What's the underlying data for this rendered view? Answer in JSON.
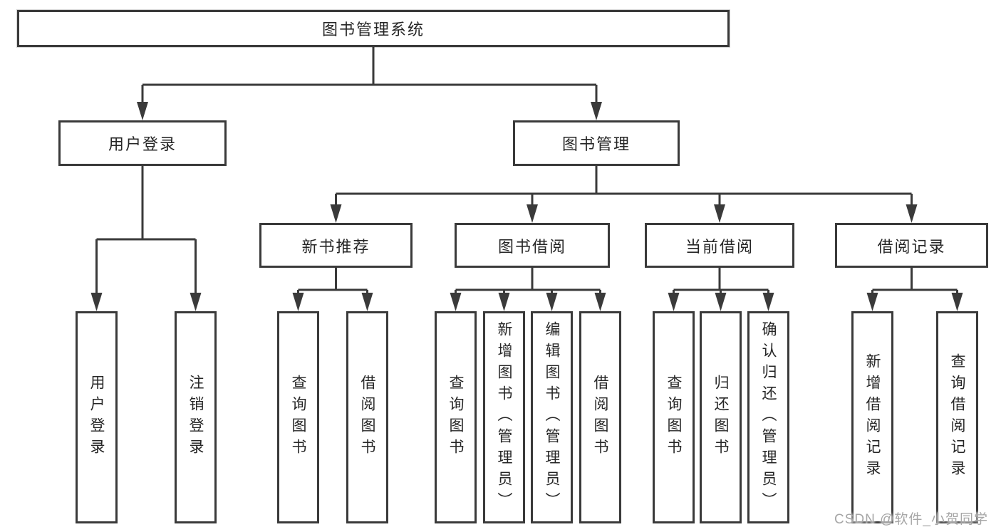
{
  "tree": {
    "root": {
      "label": "图书管理系统"
    },
    "user_login": {
      "label": "用户登录",
      "children": [
        {
          "label": "用户登录"
        },
        {
          "label": "注销登录"
        }
      ]
    },
    "book_management": {
      "label": "图书管理",
      "children": [
        {
          "label": "新书推荐",
          "children": [
            {
              "label": "查询图书"
            },
            {
              "label": "借阅图书"
            }
          ]
        },
        {
          "label": "图书借阅",
          "children": [
            {
              "label": "查询图书"
            },
            {
              "label": "新增图书（管理员）"
            },
            {
              "label": "编辑图书（管理员）"
            },
            {
              "label": "借阅图书"
            }
          ]
        },
        {
          "label": "当前借阅",
          "children": [
            {
              "label": "查询图书"
            },
            {
              "label": "归还图书"
            },
            {
              "label": "确认归还（管理员）"
            }
          ]
        },
        {
          "label": "借阅记录",
          "children": [
            {
              "label": "新增借阅记录"
            },
            {
              "label": "查询借阅记录"
            }
          ]
        }
      ]
    }
  },
  "watermark": "CSDN @软件_小贺同学",
  "colors": {
    "line": "#3a3a3a",
    "text": "#262626",
    "watermark": "#a6a6a6",
    "background": "#ffffff"
  }
}
